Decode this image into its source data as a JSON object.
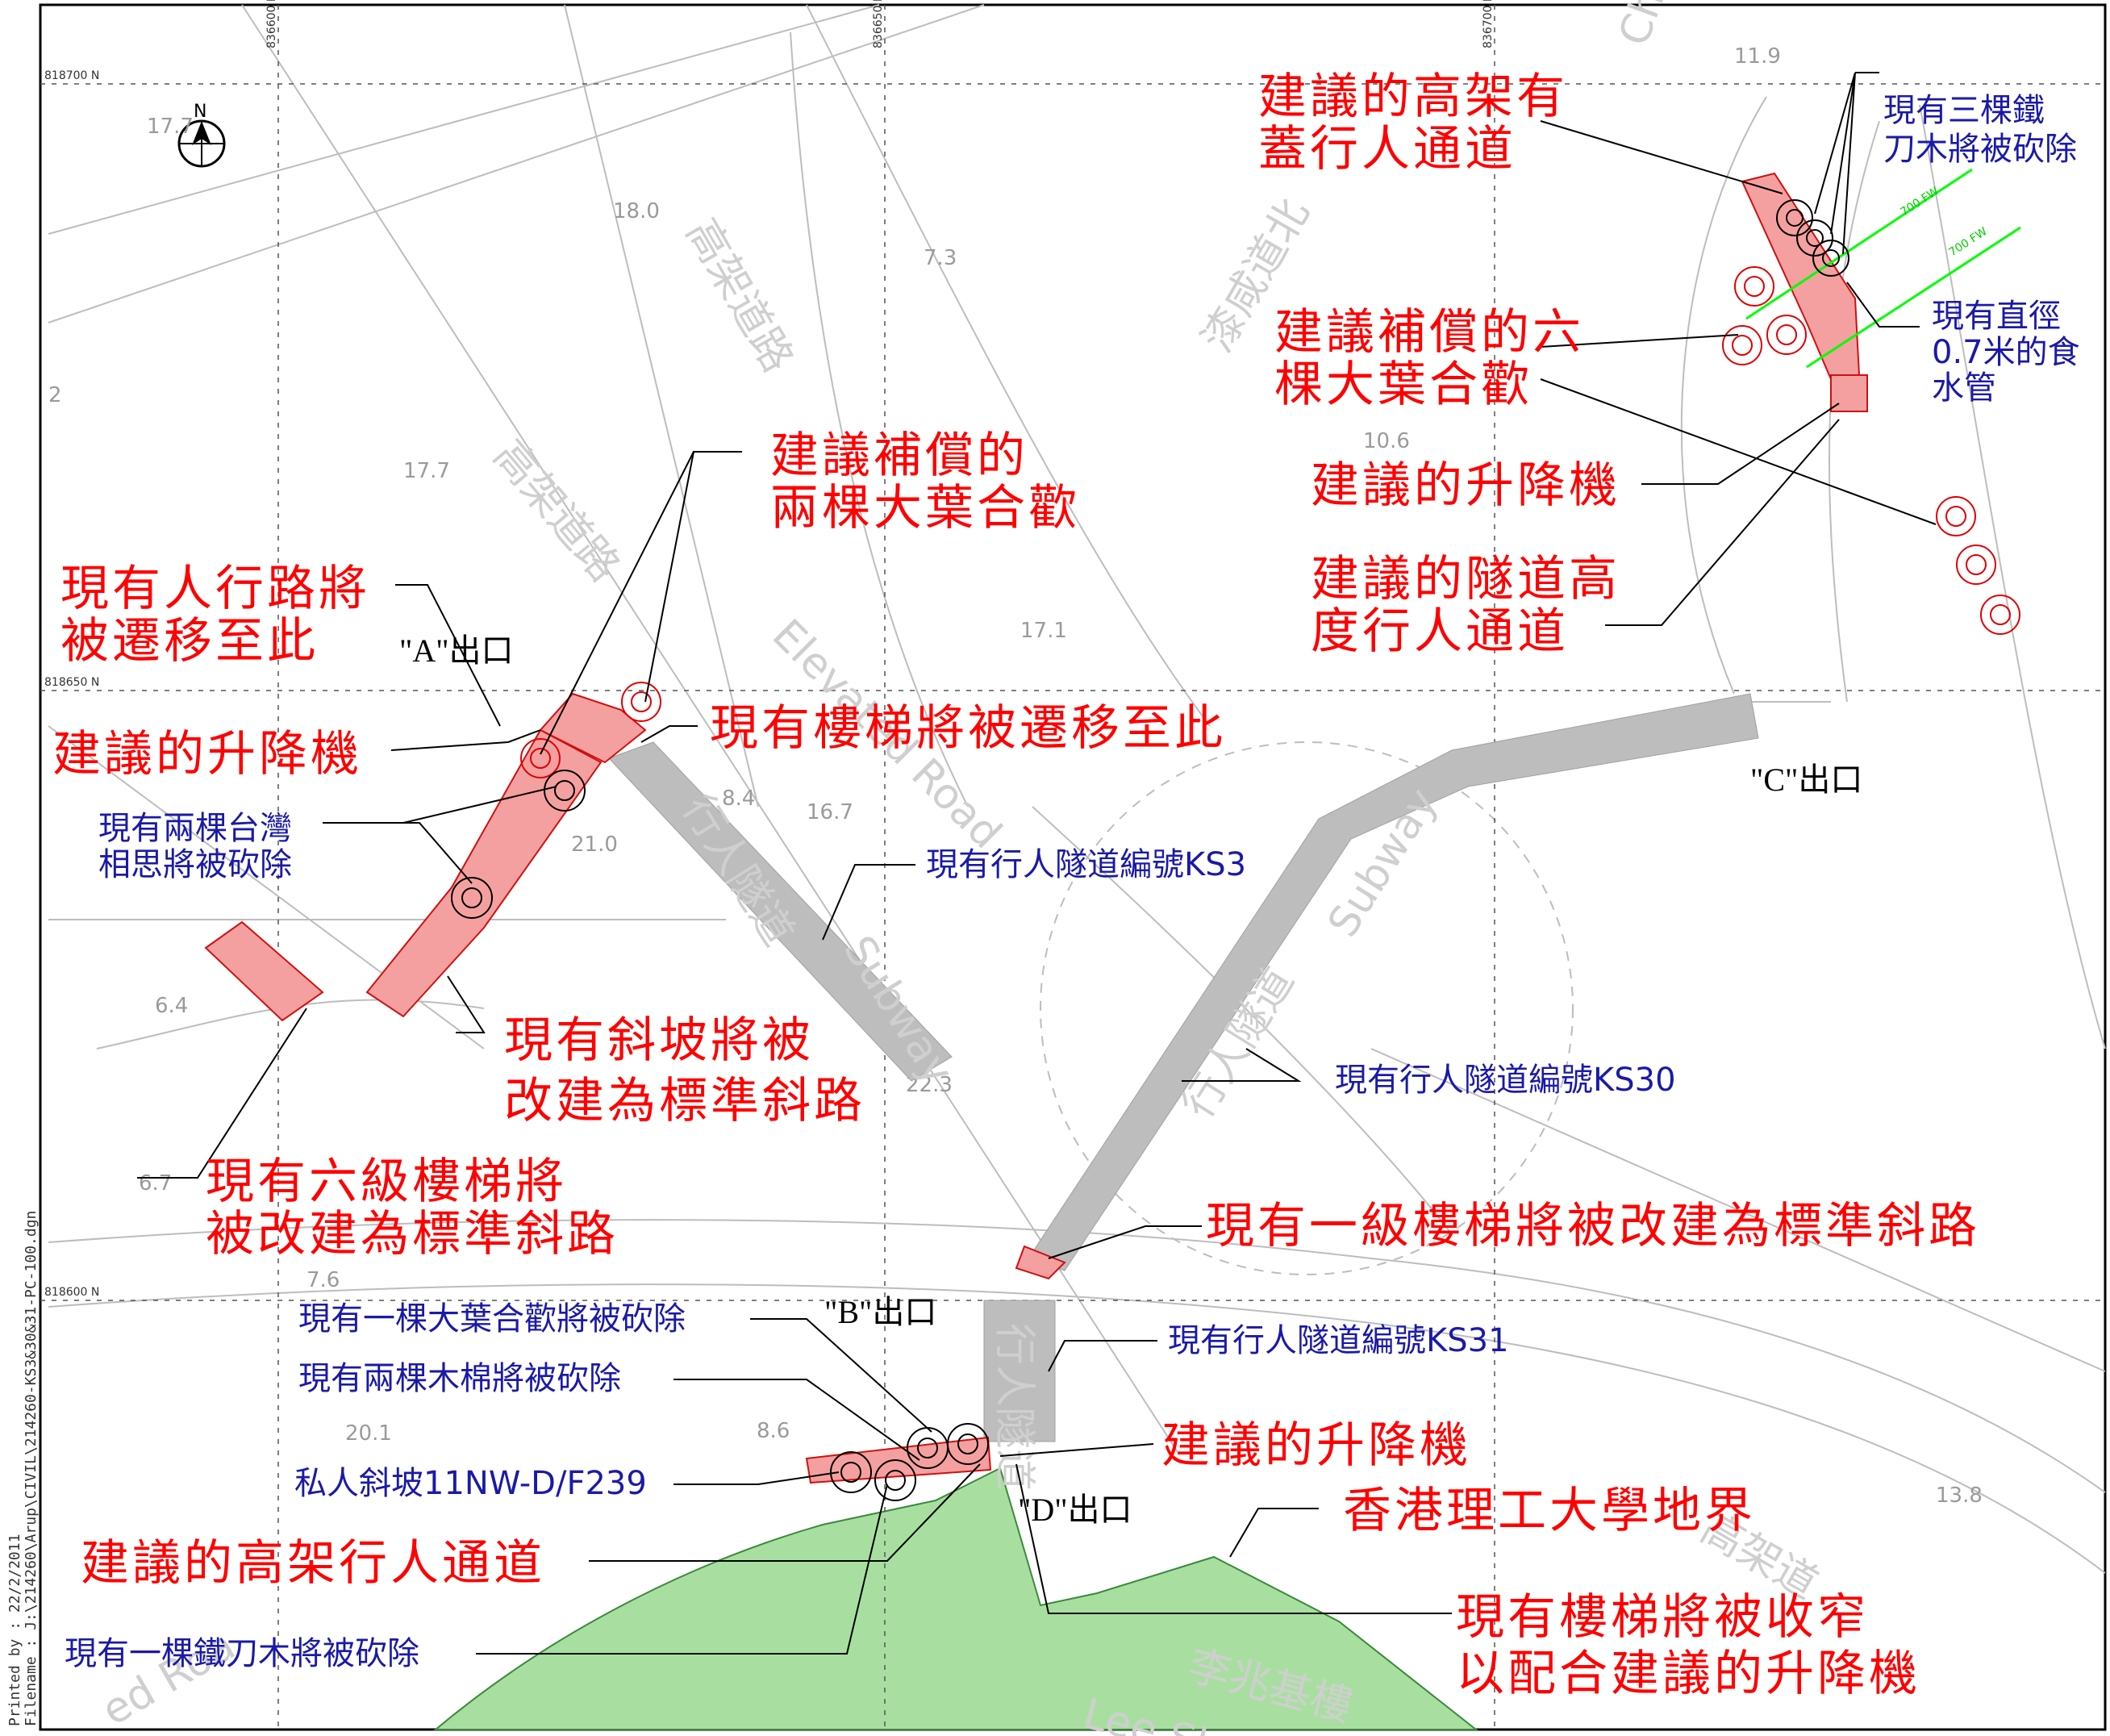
{
  "colors": {
    "proposal_red": "#ff0000",
    "existing_blue": "#1a1aa8",
    "red_fill": "#f5a0a0",
    "subway_grey": "#bdbdbd",
    "campus_green": "#a8dfa0",
    "water_green": "#00ff00"
  },
  "north": {
    "letter": "N"
  },
  "grid_labels": {
    "e1": "836600 E",
    "e2": "836650 E",
    "e3": "836700 E",
    "n1": "818700 N",
    "n2": "818650 N",
    "n3": "818600 N"
  },
  "side_print": {
    "line1": "Printed by :    22/2/2011",
    "line2": "Filename :  J:\\214260\\Arup\\CIVIL\\214260-KS3&30&31-PC-100.dgn"
  },
  "base_text": {
    "elev_road_1": "高架道路",
    "elev_road_2": "高架道路",
    "elev_road_3": "高架道",
    "chatham_n": "漆咸道北",
    "elevated_road_en": "Elevated Road",
    "subway_1": "行人隧道",
    "subway_1_en": "Subway",
    "subway_2": "行人隧道",
    "subway_2_en": "Subway",
    "subway_3": "行人隧道",
    "lee_bldg": "李兆基樓",
    "lee_en": "Lee Sh",
    "road_frag": "ed Roa",
    "ch": "Ch",
    "spot": [
      "17.7",
      "18.0",
      "7.3",
      "17.7",
      "10.6",
      "17.1",
      "8.4",
      "16.7",
      "21.0",
      "6.4",
      "6.7",
      "22.3",
      "7.6",
      "20.1",
      "8.6",
      "13.8",
      "11.9",
      "2"
    ]
  },
  "exits": {
    "a": "\"A\"出口",
    "b": "\"B\"出口",
    "c": "\"C\"出口",
    "d": "\"D\"出口"
  },
  "labels_red": {
    "covered_walkway_1": "建議的高架有",
    "covered_walkway_2": "蓋行人通道",
    "comp_six_1": "建議補償的六",
    "comp_six_2": "棵大葉合歡",
    "lift_ne": "建議的升降機",
    "tunnel_height_1": "建議的隧道高",
    "tunnel_height_2": "度行人通道",
    "comp_two_1": "建議補償的",
    "comp_two_2": "兩棵大葉合歡",
    "footpath_relocate_1": "現有人行路將",
    "footpath_relocate_2": "被遷移至此",
    "lift_w": "建議的升降機",
    "stair_relocate": "現有樓梯將被遷移至此",
    "slope_convert_1": "現有斜坡將被",
    "slope_convert_2": "改建為標準斜路",
    "six_step_1": "現有六級樓梯將",
    "six_step_2": "被改建為標準斜路",
    "one_step": "現有一級樓梯將被改建為標準斜路",
    "lift_s": "建議的升降機",
    "polyu_boundary": "香港理工大學地界",
    "elevated_walkway": "建議的高架行人通道",
    "stair_narrow_1": "現有樓梯將被收窄",
    "stair_narrow_2": "以配合建議的升降機"
  },
  "labels_blue": {
    "three_trees_1": "現有三棵鐵",
    "three_trees_2": "刀木將被砍除",
    "water_main_1": "現有直徑",
    "water_main_2": "0.7米的食",
    "water_main_3": "水管",
    "two_acacia_1": "現有兩棵台灣",
    "two_acacia_2": "相思將被砍除",
    "ks3": "現有行人隧道編號KS3",
    "ks30": "現有行人隧道編號KS30",
    "ks31": "現有行人隧道編號KS31",
    "one_albizia": "現有一棵大葉合歡將被砍除",
    "two_kapok": "現有兩棵木棉將被砍除",
    "private_slope": "私人斜坡11NW-D/F239",
    "one_cassia": "現有一棵鐵刀木將被砍除"
  },
  "water_tags": [
    "700 FW",
    "700 FW"
  ]
}
